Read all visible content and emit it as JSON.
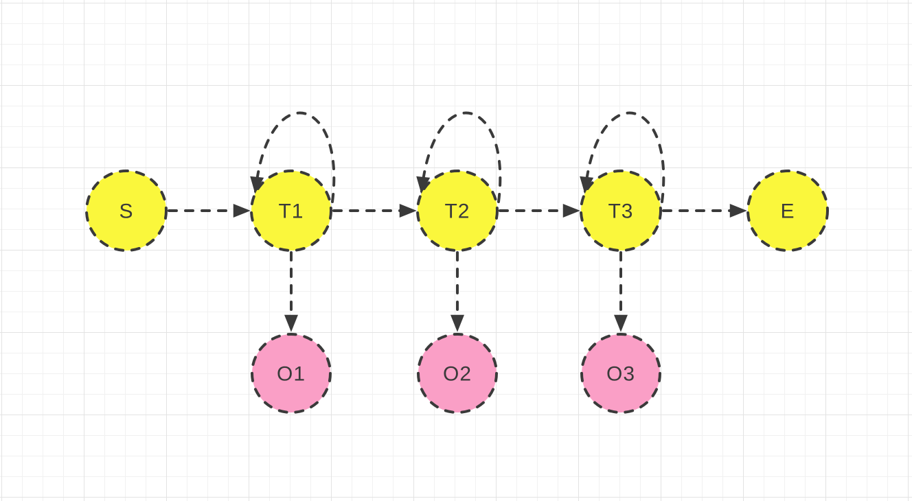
{
  "diagram": {
    "nodes": [
      {
        "id": "S",
        "label": "S",
        "type": "state"
      },
      {
        "id": "T1",
        "label": "T1",
        "type": "state"
      },
      {
        "id": "T2",
        "label": "T2",
        "type": "state"
      },
      {
        "id": "T3",
        "label": "T3",
        "type": "state"
      },
      {
        "id": "E",
        "label": "E",
        "type": "state"
      },
      {
        "id": "O1",
        "label": "O1",
        "type": "observation"
      },
      {
        "id": "O2",
        "label": "O2",
        "type": "observation"
      },
      {
        "id": "O3",
        "label": "O3",
        "type": "observation"
      }
    ],
    "edges": [
      {
        "from": "S",
        "to": "T1",
        "kind": "dashed-arrow"
      },
      {
        "from": "T1",
        "to": "T1",
        "kind": "dashed-self-loop"
      },
      {
        "from": "T1",
        "to": "T2",
        "kind": "dashed-arrow"
      },
      {
        "from": "T2",
        "to": "T2",
        "kind": "dashed-self-loop"
      },
      {
        "from": "T2",
        "to": "T3",
        "kind": "dashed-arrow"
      },
      {
        "from": "T3",
        "to": "T3",
        "kind": "dashed-self-loop"
      },
      {
        "from": "T3",
        "to": "E",
        "kind": "dashed-arrow"
      },
      {
        "from": "T1",
        "to": "O1",
        "kind": "dashed-arrow"
      },
      {
        "from": "T2",
        "to": "O2",
        "kind": "dashed-arrow"
      },
      {
        "from": "T3",
        "to": "O3",
        "kind": "dashed-arrow"
      }
    ],
    "colors": {
      "state_fill": "#FAF73C",
      "observation_fill": "#FA9FC6",
      "stroke": "#3A3A3A",
      "label": "#3A3A3A",
      "grid_minor": "#F1F1F1",
      "grid_major": "#E3E3E3",
      "canvas_bg": "#FFFFFF"
    }
  }
}
